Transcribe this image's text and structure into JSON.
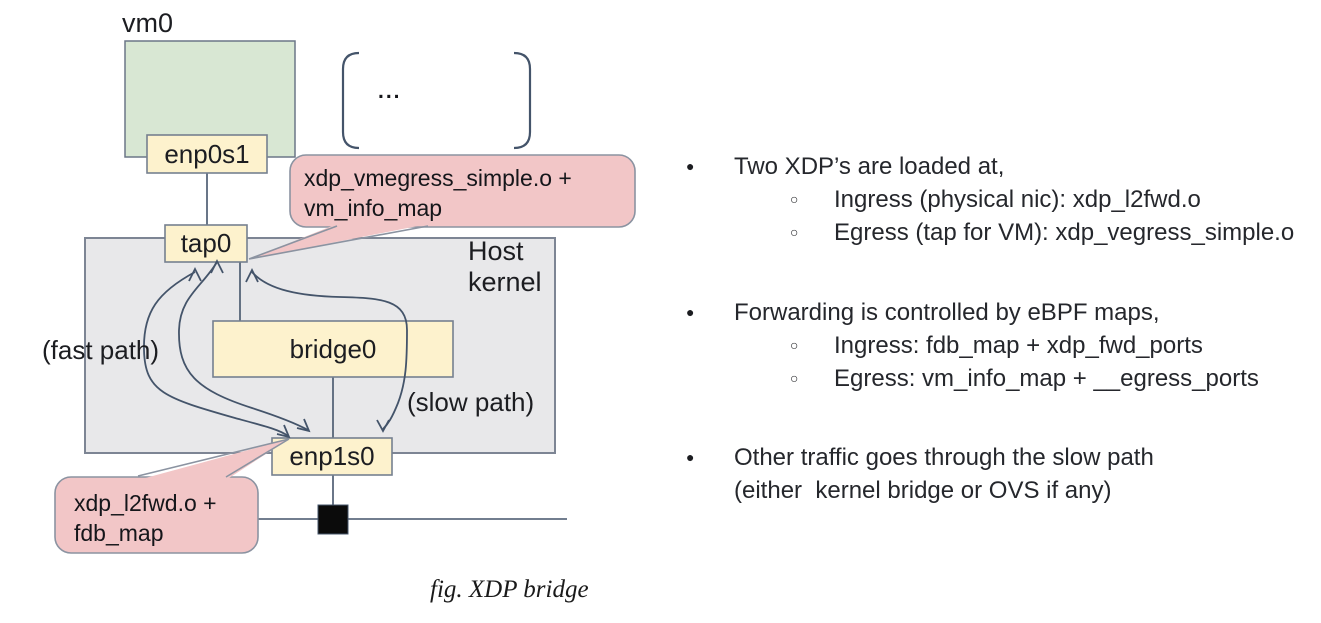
{
  "diagram": {
    "vm_label": "vm0",
    "ellipsis": "...",
    "nodes": {
      "enp0s1": "enp0s1",
      "tap0": "tap0",
      "bridge0": "bridge0",
      "enp1s0": "enp1s0"
    },
    "host_kernel_label": "Host\nkernel",
    "fast_path_label": "(fast path)",
    "slow_path_label": "(slow path)",
    "callout_vm_egress": "xdp_vmegress_simple.o +\nvm_info_map",
    "callout_nic_ingress": "xdp_l2fwd.o +\nfdb_map",
    "caption": "fig. XDP bridge",
    "colors": {
      "vm_fill": "#d8e7d3",
      "node_fill": "#fdf2cd",
      "host_fill": "#e8e8ea",
      "callout_fill": "#f2c6c7",
      "line": "#44546a",
      "border": "#76808f"
    }
  },
  "notes": {
    "bullet_glyph": "●",
    "sub_bullet_glyph": "○",
    "items": [
      {
        "text": "Two XDP’s are loaded at,",
        "subs": [
          "Ingress (physical nic): xdp_l2fwd.o",
          "Egress (tap for VM): xdp_vegress_simple.o"
        ]
      },
      {
        "text": "Forwarding is controlled by eBPF maps,",
        "subs": [
          "Ingress: fdb_map + xdp_fwd_ports",
          "Egress: vm_info_map + __egress_ports"
        ]
      },
      {
        "text": "Other traffic goes through the slow path\n(either  kernel bridge or OVS if any)",
        "subs": []
      }
    ]
  }
}
